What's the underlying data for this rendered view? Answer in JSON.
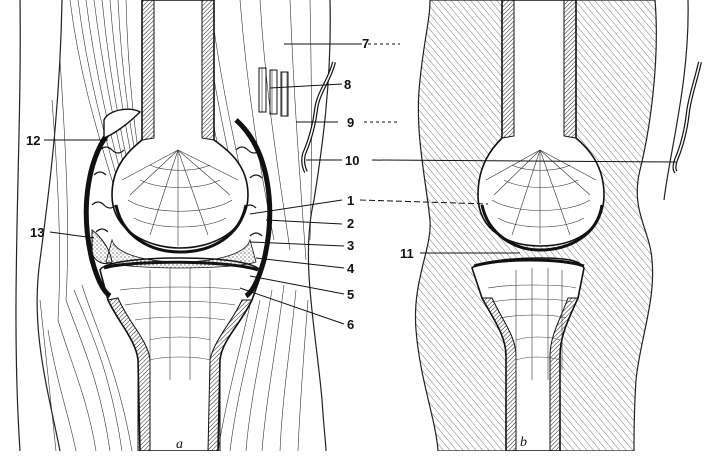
{
  "figure": {
    "panel_a_label": "a",
    "panel_b_label": "b",
    "callouts": {
      "n1": "1",
      "n2": "2",
      "n3": "3",
      "n4": "4",
      "n5": "5",
      "n6": "6",
      "n7": "7",
      "n8": "8",
      "n9": "9",
      "n10": "10",
      "n11": "11",
      "n12": "12",
      "n13": "13"
    }
  },
  "colors": {
    "ink": "#111111",
    "paper": "#ffffff",
    "hatch": "#555555"
  }
}
